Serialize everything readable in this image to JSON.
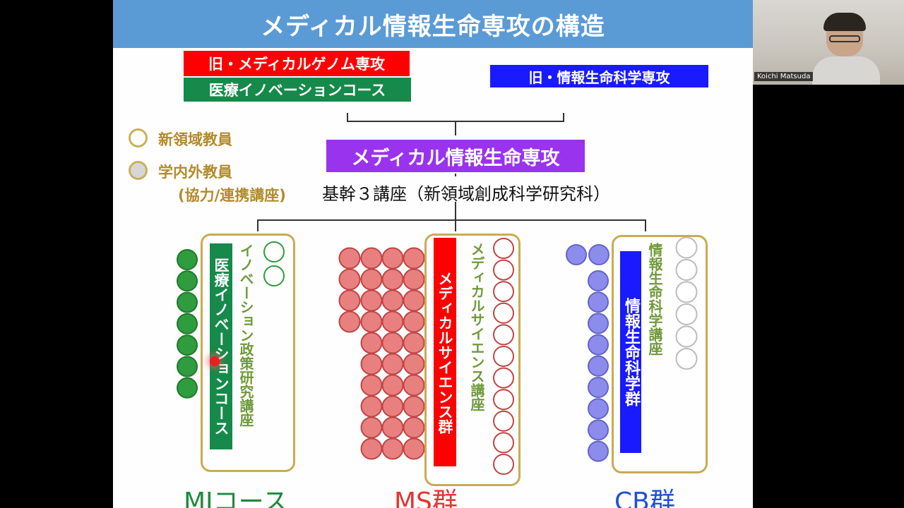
{
  "slide": {
    "title": "メディカル情報生命専攻の構造",
    "top_boxes": {
      "old_genome": "旧・メディカルゲノム専攻",
      "innovation_course": "医療イノベーションコース",
      "old_infolife": "旧・情報生命科学専攻"
    },
    "center_box": "メディカル情報生命専攻",
    "subtitle": "基幹３講座（新領域創成科学研究科）",
    "legend": {
      "new_faculty": "新領域教員",
      "internal_external": "学内外教員",
      "cooperation": "(協力/連携講座)"
    },
    "groups": {
      "mi": {
        "band": "医療イノベーションコース",
        "lecture": "イノベーション政策研究講座",
        "label": "MIコース"
      },
      "ms": {
        "band": "メディカルサイエンス群",
        "lecture": "メディカルサイエンス講座",
        "label": "MS群"
      },
      "cb": {
        "band": "情報生命科学群",
        "lecture": "情報生命科学講座",
        "label": "CB群"
      }
    }
  },
  "webcam": {
    "participant_name": "Koichi Matsuda"
  },
  "colors": {
    "title_bg": "#5b9bd5",
    "red": "#ff0000",
    "green": "#168a4a",
    "blue": "#1a1aff",
    "purple": "#9933ee",
    "gold": "#c9ab52",
    "legend_text": "#b38a2c",
    "mi_green": "#1f8a3e",
    "ms_red": "#e43434",
    "cb_blue": "#2050d8",
    "lecture_green": "#6f9a3a"
  }
}
